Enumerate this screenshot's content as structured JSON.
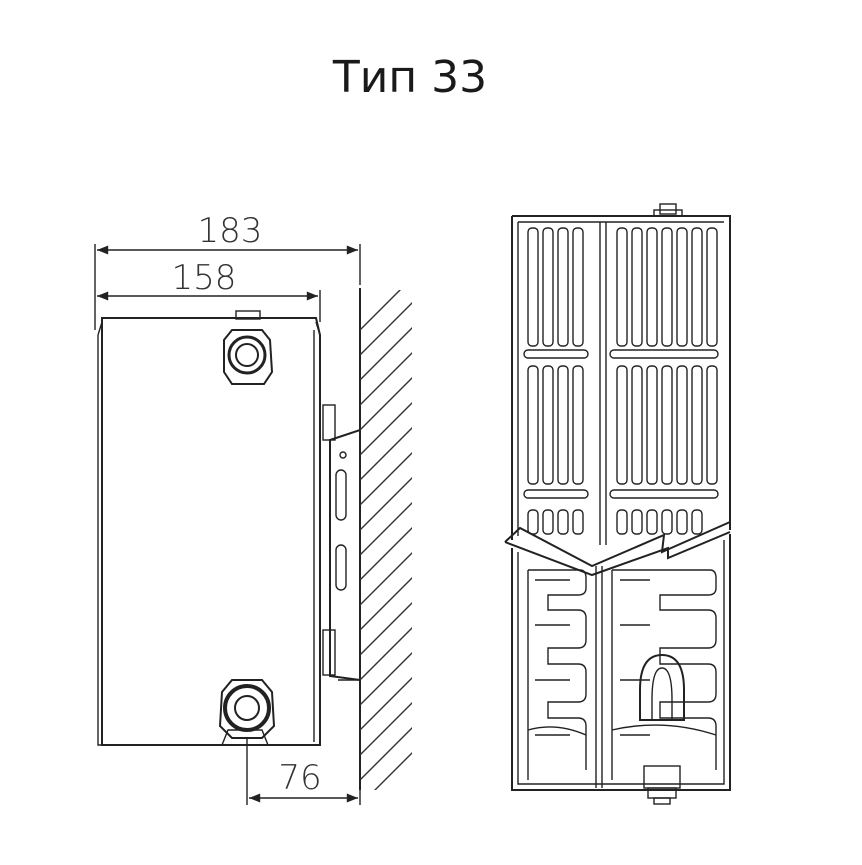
{
  "title": "Тип 33",
  "dimensions": {
    "overall_depth": "183",
    "panel_depth": "158",
    "pipe_offset": "76"
  }
}
